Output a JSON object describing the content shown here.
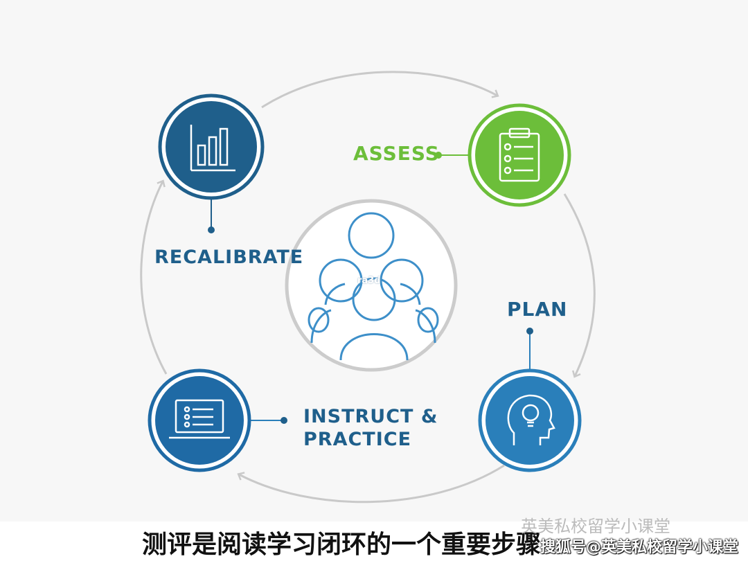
{
  "steps": {
    "assess": "ASSESS",
    "plan": "PLAN",
    "instruct_line1": "INSTRUCT &",
    "instruct_line2": "PRACTICE",
    "recalibrate": "RECALIBRATE"
  },
  "center_label": "ra3d",
  "caption": "测评是阅读学习闭环的一个重要步骤",
  "watermark": {
    "top": "英美私校留学小课堂",
    "bottom": "搜狐号@英美私校留学小课堂"
  },
  "colors": {
    "blue": "#1f5f8b",
    "light_blue": "#2a7fba",
    "green": "#6cbe3a",
    "ring_gray": "#c9c9c9"
  },
  "icons": {
    "assess": "clipboard-checklist-icon",
    "plan": "head-lightbulb-icon",
    "instruct": "laptop-icon",
    "recalibrate": "bar-chart-icon",
    "center": "people-group-icon"
  }
}
